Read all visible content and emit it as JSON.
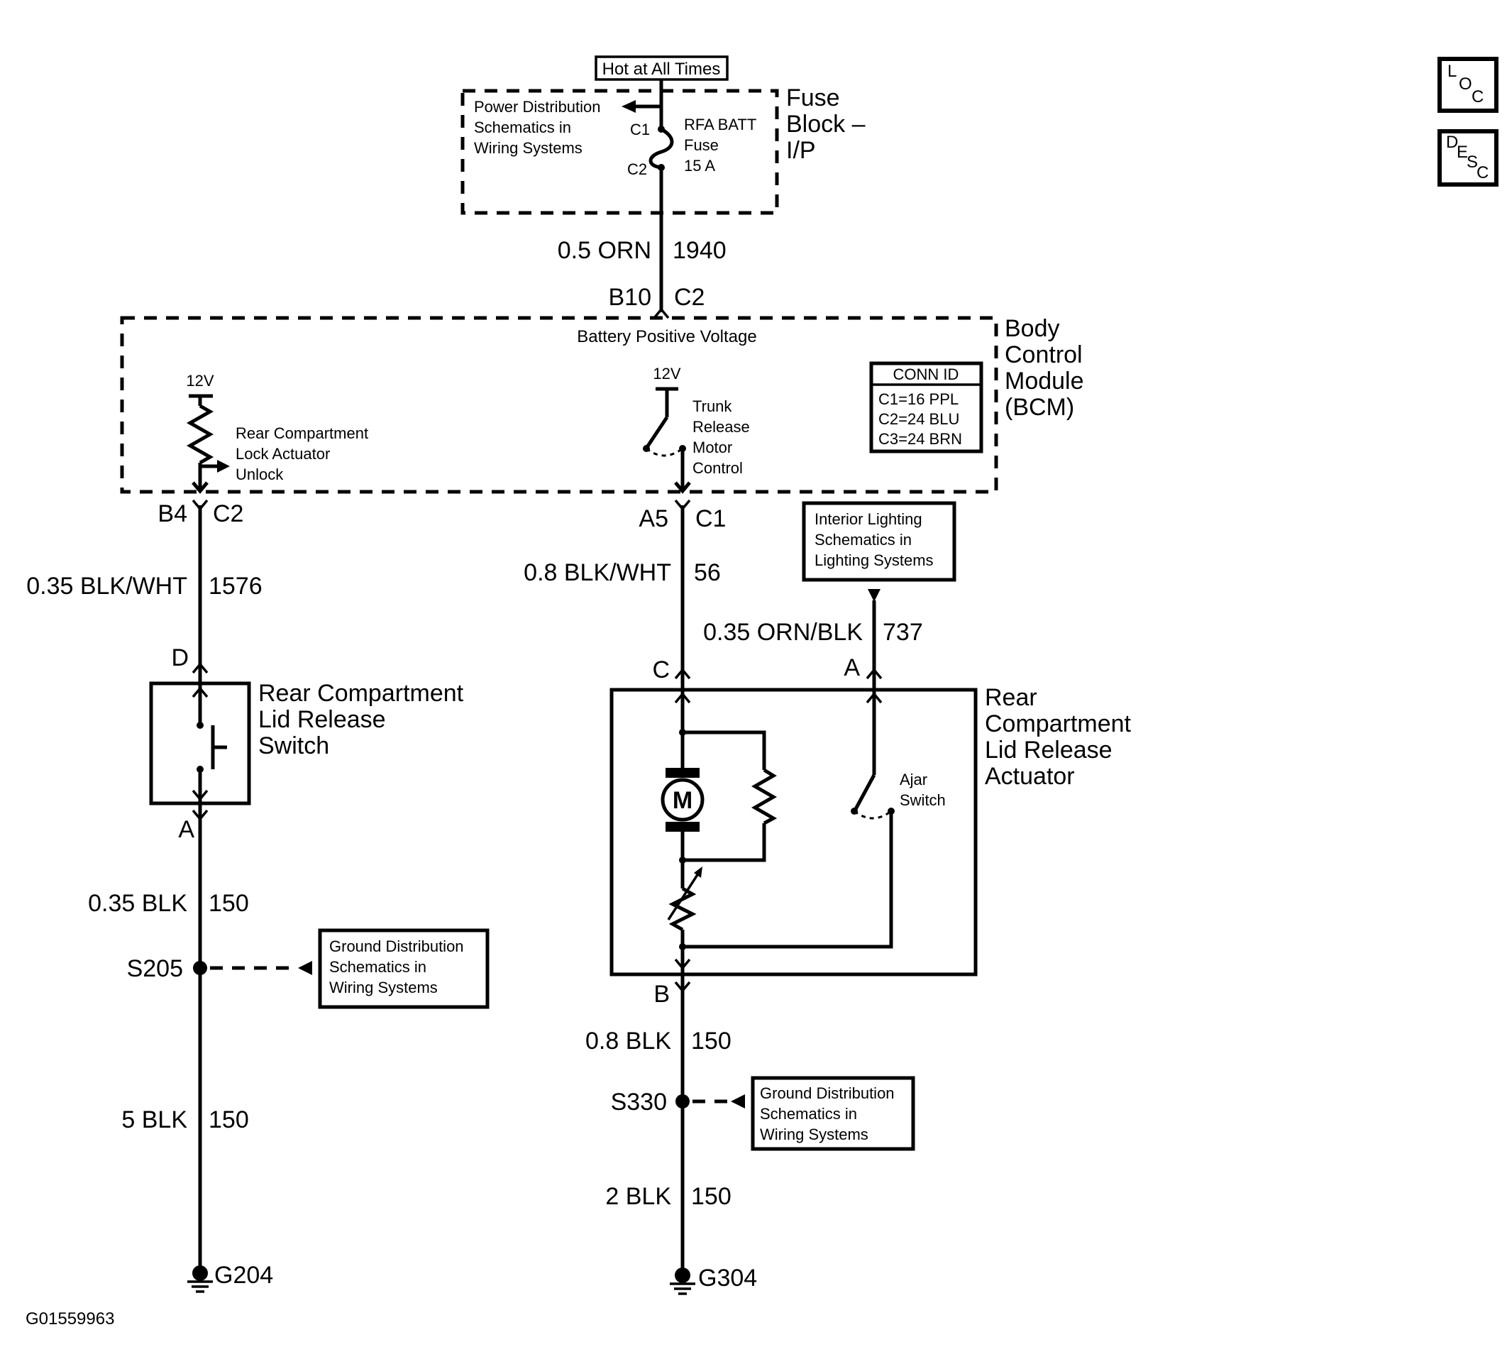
{
  "source": {
    "hot_label": "Hot at All Times",
    "power_dist_ref": [
      "Power Distribution",
      "Schematics in",
      "Wiring Systems"
    ],
    "fuse_block_title": [
      "Fuse",
      "Block –",
      "I/P"
    ],
    "fuse_c1": "C1",
    "fuse_c2": "C2",
    "fuse_name": [
      "RFA BATT",
      "Fuse",
      "15 A"
    ]
  },
  "wire_fuse_bcm": {
    "gauge_color": "0.5 ORN",
    "circuit": "1940",
    "pin": "B10",
    "conn": "C2"
  },
  "bcm": {
    "title": [
      "Body",
      "Control",
      "Module",
      "(BCM)"
    ],
    "bpv_label": "Battery Positive Voltage",
    "left_12v": "12V",
    "right_12v": "12V",
    "lock_actuator_label": [
      "Rear Compartment",
      "Lock Actuator",
      "Unlock"
    ],
    "trunk_release_label": [
      "Trunk",
      "Release",
      "Motor",
      "Control"
    ],
    "conn_id_title": "CONN ID",
    "conn_ids": [
      "C1=16 PPL",
      "C2=24 BLU",
      "C3=24 BRN"
    ]
  },
  "left_branch": {
    "pin": "B4",
    "conn": "C2",
    "wire1_gauge_color": "0.35 BLK/WHT",
    "wire1_circuit": "1576",
    "switch_pin_top": "D",
    "switch_pin_bottom": "A",
    "switch_label": [
      "Rear Compartment",
      "Lid Release",
      "Switch"
    ],
    "wire2_gauge_color": "0.35 BLK",
    "wire2_circuit": "150",
    "splice": "S205",
    "ground_ref": [
      "Ground Distribution",
      "Schematics in",
      "Wiring Systems"
    ],
    "wire3_gauge_color": "5 BLK",
    "wire3_circuit": "150",
    "ground": "G204"
  },
  "right_branch": {
    "pin": "A5",
    "conn": "C1",
    "wire1_gauge_color": "0.8 BLK/WHT",
    "wire1_circuit": "56",
    "interior_ref": [
      "Interior Lighting",
      "Schematics in",
      "Lighting Systems"
    ],
    "wire_interior_gauge_color": "0.35 ORN/BLK",
    "wire_interior_circuit": "737",
    "actuator_pin_c": "C",
    "actuator_pin_a": "A",
    "actuator_pin_b": "B",
    "actuator_label": [
      "Rear",
      "Compartment",
      "Lid Release",
      "Actuator"
    ],
    "motor_symbol": "M",
    "ajar_switch_label": [
      "Ajar",
      "Switch"
    ],
    "wire2_gauge_color": "0.8 BLK",
    "wire2_circuit": "150",
    "splice": "S330",
    "ground_ref": [
      "Ground Distribution",
      "Schematics in",
      "Wiring Systems"
    ],
    "wire3_gauge_color": "2 BLK",
    "wire3_circuit": "150",
    "ground": "G304"
  },
  "nav_icons": {
    "loc": [
      "L",
      "O",
      "C"
    ],
    "desc": [
      "D",
      "E",
      "S",
      "C"
    ]
  },
  "figure_id": "G01559963"
}
